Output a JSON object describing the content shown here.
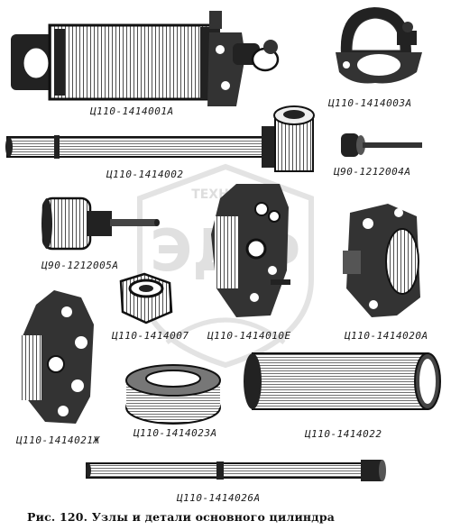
{
  "labels": {
    "p1": "Ц110-1414001А",
    "p2": "Ц110-1414003А",
    "p3": "Ц110-1414002",
    "p4": "Ц90-1212004А",
    "p5": "Ц90-1212005А",
    "p6": "Ц110-1414007",
    "p7": "Ц110-1414010Е",
    "p8": "Ц110-1414020А",
    "p9": "Ц110-1414021Ж",
    "p10": "Ц110-1414023А",
    "p11": "Ц110-1414022",
    "p12": "Ц110-1414026А"
  },
  "caption": "Рис. 120. Узлы и детали основного цилиндра",
  "watermark": {
    "text": "ТЕХНИКА",
    "letters": "ЭДФ"
  }
}
